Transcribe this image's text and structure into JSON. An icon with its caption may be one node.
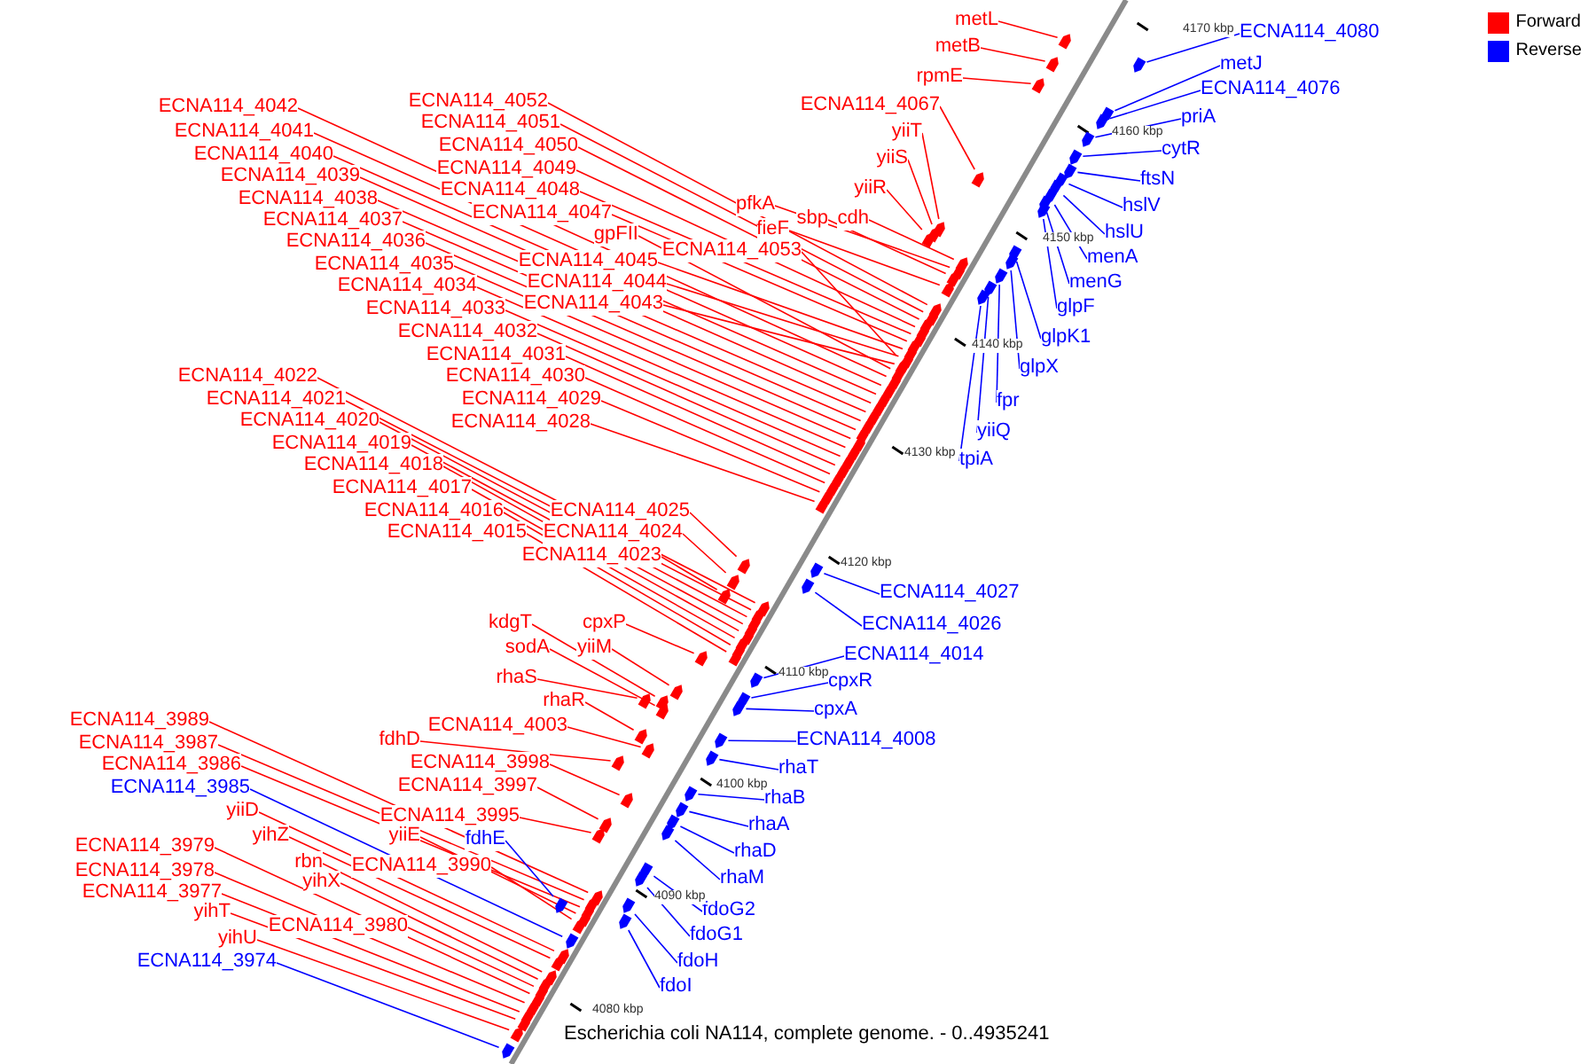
{
  "diagram": {
    "caption": "Escherichia coli NA114, complete genome. - 0..4935241",
    "nodes": [
      {
        "text": [
          "metL"
        ]
      },
      {
        "text": [
          "metB"
        ]
      },
      {
        "text": [
          "rpmE"
        ]
      },
      {
        "text": [
          "ECNA114_4080"
        ]
      },
      {
        "text": [
          "metJ"
        ]
      },
      {
        "text": [
          "ECNA114_4076"
        ]
      },
      {
        "text": [
          "ECNA114_4052"
        ]
      },
      {
        "text": [
          "ECNA114_4067"
        ]
      },
      {
        "text": [
          "ECNA114_4042"
        ]
      },
      {
        "text": [
          "ECNA114_4051"
        ]
      },
      {
        "text": [
          "ECNA114_4041"
        ]
      },
      {
        "text": [
          "yiiT"
        ]
      },
      {
        "text": [
          "ECNA114_4050"
        ]
      },
      {
        "text": [
          "priA"
        ]
      },
      {
        "text": [
          "cytR"
        ]
      },
      {
        "text": [
          "ECNA114_4040"
        ]
      },
      {
        "text": [
          "yiiS"
        ]
      },
      {
        "text": [
          "ECNA114_4049"
        ]
      },
      {
        "text": [
          "ECNA114_4039"
        ]
      },
      {
        "text": [
          "ftsN"
        ]
      },
      {
        "text": [
          "yiiR"
        ]
      },
      {
        "text": [
          "ECNA114_4048"
        ]
      },
      {
        "text": [
          "ECNA114_4038"
        ]
      },
      {
        "text": [
          "pfkA"
        ]
      },
      {
        "text": [
          "hslV"
        ]
      },
      {
        "text": [
          "ECNA114_4047"
        ]
      },
      {
        "text": [
          "sbp"
        ]
      },
      {
        "text": [
          "cdh"
        ]
      },
      {
        "text": [
          "ECNA114_4037"
        ]
      },
      {
        "text": [
          "fieF"
        ]
      },
      {
        "text": [
          "hslU"
        ]
      },
      {
        "text": [
          "gpFII"
        ]
      },
      {
        "text": [
          "ECNA114_4036"
        ]
      },
      {
        "text": [
          "ECNA114_4053"
        ]
      },
      {
        "text": [
          "menA"
        ]
      },
      {
        "text": [
          "ECNA114_4045"
        ]
      },
      {
        "text": [
          "ECNA114_4035"
        ]
      },
      {
        "text": [
          "ECNA114_4044"
        ]
      },
      {
        "text": [
          "menG"
        ]
      },
      {
        "text": [
          "ECNA114_4034"
        ]
      },
      {
        "text": [
          "ECNA114_4043"
        ]
      },
      {
        "text": [
          "glpF"
        ]
      },
      {
        "text": [
          "ECNA114_4033"
        ]
      },
      {
        "text": [
          "ECNA114_4032"
        ]
      },
      {
        "text": [
          "glpK1"
        ]
      },
      {
        "text": [
          "ECNA114_4031"
        ]
      },
      {
        "text": [
          "glpX"
        ]
      },
      {
        "text": [
          "ECNA114_4030"
        ]
      },
      {
        "text": [
          "ECNA114_4022"
        ]
      },
      {
        "text": [
          "ECNA114_4029"
        ]
      },
      {
        "text": [
          "ECNA114_4021"
        ]
      },
      {
        "text": [
          "fpr"
        ]
      },
      {
        "text": [
          "ECNA114_4020"
        ]
      },
      {
        "text": [
          "ECNA114_4028"
        ]
      },
      {
        "text": [
          "yiiQ"
        ]
      },
      {
        "text": [
          "ECNA114_4019"
        ]
      },
      {
        "text": [
          "tpiA"
        ]
      },
      {
        "text": [
          "ECNA114_4018"
        ]
      },
      {
        "text": [
          "ECNA114_4017"
        ]
      },
      {
        "text": [
          "ECNA114_4016"
        ]
      },
      {
        "text": [
          "ECNA114_4025"
        ]
      },
      {
        "text": [
          "ECNA114_4015"
        ]
      },
      {
        "text": [
          "ECNA114_4024"
        ]
      },
      {
        "text": [
          "ECNA114_4023"
        ]
      },
      {
        "text": [
          "ECNA114_4027"
        ]
      },
      {
        "text": [
          "kdgT"
        ]
      },
      {
        "text": [
          "cpxP"
        ]
      },
      {
        "text": [
          "ECNA114_4026"
        ]
      },
      {
        "text": [
          "sodA"
        ]
      },
      {
        "text": [
          "yiiM"
        ]
      },
      {
        "text": [
          "ECNA114_4014"
        ]
      },
      {
        "text": [
          "rhaS"
        ]
      },
      {
        "text": [
          "cpxR"
        ]
      },
      {
        "text": [
          "rhaR"
        ]
      },
      {
        "text": [
          "cpxA"
        ]
      },
      {
        "text": [
          "ECNA114_3989"
        ]
      },
      {
        "text": [
          "ECNA114_4003"
        ]
      },
      {
        "text": [
          "fdhD"
        ]
      },
      {
        "text": [
          "ECNA114_4008"
        ]
      },
      {
        "text": [
          "ECNA114_3987"
        ]
      },
      {
        "text": [
          "ECNA114_3998"
        ]
      },
      {
        "text": [
          "ECNA114_3986"
        ]
      },
      {
        "text": [
          "rhaT"
        ]
      },
      {
        "text": [
          "ECNA114_3997"
        ]
      },
      {
        "text": [
          "ECNA114_3985"
        ]
      },
      {
        "text": [
          "rhaB"
        ]
      },
      {
        "text": [
          "yiiD"
        ]
      },
      {
        "text": [
          "ECNA114_3995"
        ]
      },
      {
        "text": [
          "rhaA"
        ]
      },
      {
        "text": [
          "yihZ"
        ]
      },
      {
        "text": [
          "yiiE"
        ]
      },
      {
        "text": [
          "fdhE"
        ]
      },
      {
        "text": [
          "ECNA114_3979"
        ]
      },
      {
        "text": [
          "rhaD"
        ]
      },
      {
        "text": [
          "rbn"
        ]
      },
      {
        "text": [
          "ECNA114_3990"
        ]
      },
      {
        "text": [
          "ECNA114_3978"
        ]
      },
      {
        "text": [
          "rhaM"
        ]
      },
      {
        "text": [
          "yihX"
        ]
      },
      {
        "text": [
          "ECNA114_3977"
        ]
      },
      {
        "text": [
          "fdoG2"
        ]
      },
      {
        "text": [
          "yihT"
        ]
      },
      {
        "text": [
          "ECNA114_3980"
        ]
      },
      {
        "text": [
          "fdoG1"
        ]
      },
      {
        "text": [
          "yihU"
        ]
      },
      {
        "text": [
          "ECNA114_3974"
        ]
      },
      {
        "text": [
          "fdoH"
        ]
      },
      {
        "text": [
          "fdoI"
        ]
      },
      {
        "text": [],
        "shape": "box"
      },
      {
        "text": [],
        "shape": "box"
      },
      {
        "text": [],
        "shape": "box"
      },
      {
        "text": [],
        "shape": "box"
      },
      {
        "text": [],
        "shape": "box"
      },
      {
        "text": [],
        "shape": "box"
      },
      {
        "text": [],
        "shape": "box"
      },
      {
        "text": [],
        "shape": "box"
      },
      {
        "text": [],
        "shape": "box"
      },
      {
        "text": [],
        "shape": "box"
      },
      {
        "text": [],
        "shape": "box"
      },
      {
        "text": [],
        "shape": "box"
      },
      {
        "text": [],
        "shape": "box"
      },
      {
        "text": [],
        "shape": "box"
      },
      {
        "text": [],
        "shape": "box"
      },
      {
        "text": [],
        "shape": "box"
      },
      {
        "text": [],
        "shape": "box"
      },
      {
        "text": [],
        "shape": "box"
      },
      {
        "text": [],
        "shape": "box"
      },
      {
        "text": [],
        "shape": "box"
      },
      {
        "text": [],
        "shape": "box"
      },
      {
        "text": [],
        "shape": "box"
      },
      {
        "text": [],
        "shape": "box"
      },
      {
        "text": [],
        "shape": "box"
      },
      {
        "text": [],
        "shape": "box"
      },
      {
        "text": [],
        "shape": "box"
      },
      {
        "text": [],
        "shape": "box"
      },
      {
        "text": [],
        "shape": "box"
      },
      {
        "text": [],
        "shape": "box"
      },
      {
        "text": [],
        "shape": "box"
      },
      {
        "text": [],
        "shape": "box"
      },
      {
        "text": [],
        "shape": "box"
      },
      {
        "text": [],
        "shape": "box"
      },
      {
        "text": [],
        "shape": "box"
      },
      {
        "text": [],
        "shape": "box"
      },
      {
        "text": [],
        "shape": "box"
      },
      {
        "text": [],
        "shape": "box"
      },
      {
        "text": [],
        "shape": "box"
      },
      {
        "text": [],
        "shape": "box"
      },
      {
        "text": [],
        "shape": "box"
      },
      {
        "text": [],
        "shape": "box"
      },
      {
        "text": [],
        "shape": "box"
      },
      {
        "text": [],
        "shape": "box"
      },
      {
        "text": [],
        "shape": "box"
      },
      {
        "text": [],
        "shape": "box"
      },
      {
        "text": [],
        "shape": "box"
      },
      {
        "text": [],
        "shape": "box"
      },
      {
        "text": [],
        "shape": "box"
      },
      {
        "text": [],
        "shape": "box"
      },
      {
        "text": [],
        "shape": "box"
      },
      {
        "text": [],
        "shape": "box"
      },
      {
        "text": [],
        "shape": "box"
      },
      {
        "text": [],
        "shape": "box"
      },
      {
        "text": [],
        "shape": "box"
      },
      {
        "text": [],
        "shape": "box"
      },
      {
        "text": [],
        "shape": "box"
      },
      {
        "text": [],
        "shape": "box"
      },
      {
        "text": [],
        "shape": "box"
      },
      {
        "text": [],
        "shape": "box"
      },
      {
        "text": [],
        "shape": "box"
      },
      {
        "text": [],
        "shape": "box"
      },
      {
        "text": [],
        "shape": "box"
      },
      {
        "text": [],
        "shape": "box"
      },
      {
        "text": [],
        "shape": "box"
      },
      {
        "text": [],
        "shape": "box"
      },
      {
        "text": [],
        "shape": "box"
      },
      {
        "text": [],
        "shape": "box"
      },
      {
        "text": [],
        "shape": "box"
      },
      {
        "text": [],
        "shape": "box"
      },
      {
        "text": [],
        "shape": "box"
      },
      {
        "text": [],
        "shape": "box"
      },
      {
        "text": [],
        "shape": "box"
      },
      {
        "text": [],
        "shape": "box"
      },
      {
        "text": [],
        "shape": "box"
      },
      {
        "text": [],
        "shape": "box"
      },
      {
        "text": [],
        "shape": "box"
      },
      {
        "text": [],
        "shape": "box"
      },
      {
        "text": [],
        "shape": "box"
      },
      {
        "text": [],
        "shape": "box"
      },
      {
        "text": [],
        "shape": "box"
      },
      {
        "text": [],
        "shape": "box"
      },
      {
        "text": [],
        "shape": "box"
      },
      {
        "text": [],
        "shape": "box"
      },
      {
        "text": [],
        "shape": "box"
      },
      {
        "text": [],
        "shape": "box"
      },
      {
        "text": [],
        "shape": "box"
      },
      {
        "text": [],
        "shape": "box"
      },
      {
        "text": [],
        "shape": "box"
      },
      {
        "text": [],
        "shape": "box"
      },
      {
        "text": [],
        "shape": "box"
      },
      {
        "text": [],
        "shape": "box"
      },
      {
        "text": [],
        "shape": "box"
      },
      {
        "text": [],
        "shape": "box"
      },
      {
        "text": [],
        "shape": "box"
      },
      {
        "text": [],
        "shape": "box"
      },
      {
        "text": [],
        "shape": "box"
      },
      {
        "text": [],
        "shape": "box"
      },
      {
        "text": [],
        "shape": "box"
      },
      {
        "text": [],
        "shape": "box"
      },
      {
        "text": [],
        "shape": "box"
      },
      {
        "text": [],
        "shape": "box"
      },
      {
        "text": [],
        "shape": "box"
      },
      {
        "text": [],
        "shape": "box"
      },
      {
        "text": [],
        "shape": "box"
      },
      {
        "text": [],
        "shape": "box"
      },
      {
        "text": [],
        "shape": "box"
      },
      {
        "text": [],
        "shape": "box"
      },
      {
        "text": [],
        "shape": "box"
      }
    ],
    "edges": [
      {
        "from": 0,
        "to": 108,
        "arrow": "none"
      },
      {
        "from": 1,
        "to": 109,
        "arrow": "none"
      },
      {
        "from": 2,
        "to": 110,
        "arrow": "none"
      },
      {
        "from": 3,
        "to": 111,
        "arrow": "none",
        "color": "#0000ff"
      },
      {
        "from": 4,
        "to": 112,
        "arrow": "none",
        "color": "#0000ff"
      },
      {
        "from": 5,
        "to": 113,
        "arrow": "none",
        "color": "#0000ff"
      },
      {
        "from": 6,
        "to": 114,
        "arrow": "none"
      },
      {
        "from": 7,
        "to": 115,
        "arrow": "none"
      },
      {
        "from": 8,
        "to": 116,
        "arrow": "none"
      },
      {
        "from": 9,
        "to": 117,
        "arrow": "none"
      },
      {
        "from": 10,
        "to": 118,
        "arrow": "none"
      },
      {
        "from": 11,
        "to": 119,
        "arrow": "none"
      },
      {
        "from": 12,
        "to": 120,
        "arrow": "none"
      },
      {
        "from": 13,
        "to": 121,
        "arrow": "none",
        "color": "#0000ff"
      },
      {
        "from": 14,
        "to": 122,
        "arrow": "none",
        "color": "#0000ff"
      },
      {
        "from": 15,
        "to": 123,
        "arrow": "none"
      },
      {
        "from": 16,
        "to": 124,
        "arrow": "none"
      },
      {
        "from": 17,
        "to": 125,
        "arrow": "none"
      },
      {
        "from": 18,
        "to": 126,
        "arrow": "none"
      },
      {
        "from": 19,
        "to": 127,
        "arrow": "none",
        "color": "#0000ff"
      },
      {
        "from": 20,
        "to": 128,
        "arrow": "none"
      },
      {
        "from": 21,
        "to": 129,
        "arrow": "none"
      },
      {
        "from": 22,
        "to": 130,
        "arrow": "none"
      },
      {
        "from": 23,
        "to": 131,
        "arrow": "none"
      },
      {
        "from": 24,
        "to": 132,
        "arrow": "none",
        "color": "#0000ff"
      },
      {
        "from": 25,
        "to": 133,
        "arrow": "none"
      },
      {
        "from": 26,
        "to": 134,
        "arrow": "none"
      },
      {
        "from": 27,
        "to": 135,
        "arrow": "none"
      },
      {
        "from": 28,
        "to": 136,
        "arrow": "none"
      },
      {
        "from": 29,
        "to": 137,
        "arrow": "none"
      },
      {
        "from": 30,
        "to": 138,
        "arrow": "none",
        "color": "#0000ff"
      },
      {
        "from": 31,
        "to": 139,
        "arrow": "none"
      },
      {
        "from": 32,
        "to": 140,
        "arrow": "none"
      },
      {
        "from": 33,
        "to": 141,
        "arrow": "none"
      },
      {
        "from": 34,
        "to": 142,
        "arrow": "none",
        "color": "#0000ff"
      },
      {
        "from": 35,
        "to": 143,
        "arrow": "none"
      },
      {
        "from": 36,
        "to": 144,
        "arrow": "none"
      },
      {
        "from": 37,
        "to": 145,
        "arrow": "none"
      },
      {
        "from": 38,
        "to": 146,
        "arrow": "none",
        "color": "#0000ff"
      },
      {
        "from": 39,
        "to": 147,
        "arrow": "none"
      },
      {
        "from": 40,
        "to": 148,
        "arrow": "none"
      },
      {
        "from": 41,
        "to": 149,
        "arrow": "none",
        "color": "#0000ff"
      },
      {
        "from": 42,
        "to": 150,
        "arrow": "none"
      },
      {
        "from": 43,
        "to": 151,
        "arrow": "none"
      },
      {
        "from": 44,
        "to": 152,
        "arrow": "none",
        "color": "#0000ff"
      },
      {
        "from": 45,
        "to": 153,
        "arrow": "none"
      },
      {
        "from": 46,
        "to": 154,
        "arrow": "none",
        "color": "#0000ff"
      },
      {
        "from": 47,
        "to": 155,
        "arrow": "none"
      },
      {
        "from": 48,
        "to": 156,
        "arrow": "none"
      },
      {
        "from": 49,
        "to": 157,
        "arrow": "none"
      },
      {
        "from": 50,
        "to": 158,
        "arrow": "none"
      },
      {
        "from": 51,
        "to": 159,
        "arrow": "none",
        "color": "#0000ff"
      },
      {
        "from": 52,
        "to": 160,
        "arrow": "none"
      },
      {
        "from": 53,
        "to": 161,
        "arrow": "none"
      },
      {
        "from": 54,
        "to": 162,
        "arrow": "none",
        "color": "#0000ff"
      },
      {
        "from": 55,
        "to": 163,
        "arrow": "none"
      },
      {
        "from": 56,
        "to": 164,
        "arrow": "none",
        "color": "#0000ff"
      },
      {
        "from": 57,
        "to": 165,
        "arrow": "none"
      },
      {
        "from": 58,
        "to": 166,
        "arrow": "none"
      },
      {
        "from": 59,
        "to": 167,
        "arrow": "none"
      },
      {
        "from": 60,
        "to": 168,
        "arrow": "none"
      },
      {
        "from": 61,
        "to": 169,
        "arrow": "none"
      },
      {
        "from": 62,
        "to": 170,
        "arrow": "none"
      },
      {
        "from": 63,
        "to": 171,
        "arrow": "none"
      },
      {
        "from": 64,
        "to": 172,
        "arrow": "none",
        "color": "#0000ff"
      },
      {
        "from": 65,
        "to": 173,
        "arrow": "none"
      },
      {
        "from": 66,
        "to": 174,
        "arrow": "none"
      },
      {
        "from": 67,
        "to": 175,
        "arrow": "none",
        "color": "#0000ff"
      },
      {
        "from": 68,
        "to": 176,
        "arrow": "none"
      },
      {
        "from": 69,
        "to": 177,
        "arrow": "none"
      },
      {
        "from": 70,
        "to": 178,
        "arrow": "none",
        "color": "#0000ff"
      },
      {
        "from": 71,
        "to": 179,
        "arrow": "none"
      },
      {
        "from": 72,
        "to": 180,
        "arrow": "none",
        "color": "#0000ff"
      },
      {
        "from": 73,
        "to": 181,
        "arrow": "none"
      },
      {
        "from": 74,
        "to": 182,
        "arrow": "none",
        "color": "#0000ff"
      },
      {
        "from": 75,
        "to": 183,
        "arrow": "none"
      },
      {
        "from": 76,
        "to": 184,
        "arrow": "none"
      },
      {
        "from": 77,
        "to": 185,
        "arrow": "none"
      },
      {
        "from": 78,
        "to": 186,
        "arrow": "none",
        "color": "#0000ff"
      },
      {
        "from": 79,
        "to": 187,
        "arrow": "none"
      },
      {
        "from": 80,
        "to": 188,
        "arrow": "none"
      },
      {
        "from": 81,
        "to": 189,
        "arrow": "none"
      },
      {
        "from": 82,
        "to": 190,
        "arrow": "none",
        "color": "#0000ff"
      },
      {
        "from": 83,
        "to": 191,
        "arrow": "none"
      },
      {
        "from": 84,
        "to": 192,
        "arrow": "none",
        "color": "#0000ff"
      },
      {
        "from": 85,
        "to": 193,
        "arrow": "none",
        "color": "#0000ff"
      },
      {
        "from": 86,
        "to": 194,
        "arrow": "none"
      },
      {
        "from": 87,
        "to": 195,
        "arrow": "none"
      },
      {
        "from": 88,
        "to": 196,
        "arrow": "none",
        "color": "#0000ff"
      },
      {
        "from": 89,
        "to": 197,
        "arrow": "none"
      },
      {
        "from": 90,
        "to": 198,
        "arrow": "none"
      },
      {
        "from": 91,
        "to": 199,
        "arrow": "none",
        "color": "#0000ff"
      },
      {
        "from": 92,
        "to": 200,
        "arrow": "none"
      },
      {
        "from": 93,
        "to": 201,
        "arrow": "none",
        "color": "#0000ff"
      },
      {
        "from": 94,
        "to": 202,
        "arrow": "none"
      },
      {
        "from": 95,
        "to": 203,
        "arrow": "none"
      },
      {
        "from": 96,
        "to": 204,
        "arrow": "none"
      },
      {
        "from": 97,
        "to": 205,
        "arrow": "none",
        "color": "#0000ff"
      },
      {
        "from": 98,
        "to": 206,
        "arrow": "none"
      },
      {
        "from": 99,
        "to": 207,
        "arrow": "none"
      },
      {
        "from": 100,
        "to": 208,
        "arrow": "none",
        "color": "#0000ff"
      },
      {
        "from": 101,
        "to": 209,
        "arrow": "none"
      },
      {
        "from": 102,
        "to": 210,
        "arrow": "none"
      },
      {
        "from": 103,
        "to": 211,
        "arrow": "none",
        "color": "#0000ff"
      },
      {
        "from": 104,
        "to": 212,
        "arrow": "none"
      },
      {
        "from": 105,
        "to": 213,
        "arrow": "none",
        "color": "#0000ff"
      },
      {
        "from": 106,
        "to": 214,
        "arrow": "none",
        "color": "#0000ff"
      },
      {
        "from": 107,
        "to": 215,
        "arrow": "none",
        "color": "#0000ff"
      }
    ],
    "labels": [
      "4170 kbp",
      "4160 kbp",
      "4150 kbp",
      "4140 kbp",
      "4130 kbp",
      "4120 kbp",
      "4110 kbp",
      "4100 kbp",
      "4090 kbp",
      "4080 kbp"
    ],
    "legend": [
      {
        "text": "Forward",
        "color": "#ff0000"
      },
      {
        "text": "Reverse",
        "color": "#0000ff"
      }
    ]
  }
}
